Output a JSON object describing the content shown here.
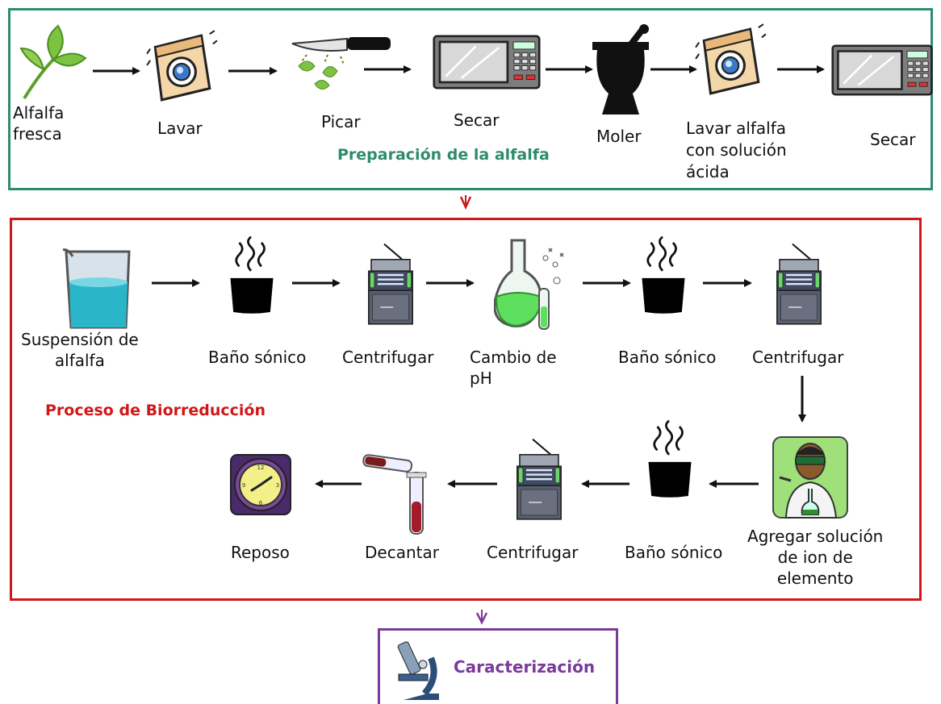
{
  "sections": {
    "preparation": {
      "title": "Preparación de la alfalfa",
      "color": "#2e8b6e",
      "steps": [
        {
          "label": "Alfalfa\nfresca",
          "icon": "leaf-icon"
        },
        {
          "label": "Lavar",
          "icon": "washing-machine-icon"
        },
        {
          "label": "Picar",
          "icon": "knife-icon"
        },
        {
          "label": "Secar",
          "icon": "microwave-icon"
        },
        {
          "label": "Moler",
          "icon": "mortar-pestle-icon"
        },
        {
          "label": "Lavar alfalfa\ncon solución\nácida",
          "icon": "washing-machine-icon"
        },
        {
          "label": "Secar",
          "icon": "microwave-icon"
        }
      ]
    },
    "bioreduction": {
      "title": "Proceso de Biorreducción",
      "color": "#d01818",
      "row1": [
        {
          "label": "Suspensión de\nalfalfa",
          "icon": "beaker-icon"
        },
        {
          "label": "Baño sónico",
          "icon": "sonic-bath-icon"
        },
        {
          "label": "Centrifugar",
          "icon": "centrifuge-icon"
        },
        {
          "label": "Cambio de\npH",
          "icon": "flask-icon"
        },
        {
          "label": "Baño sónico",
          "icon": "sonic-bath-icon"
        },
        {
          "label": "Centrifugar",
          "icon": "centrifuge-icon"
        }
      ],
      "row2": [
        {
          "label": "Agregar solución\nde ion de\nelemento",
          "icon": "scientist-icon"
        },
        {
          "label": "Baño sónico",
          "icon": "sonic-bath-icon"
        },
        {
          "label": "Centrifugar",
          "icon": "centrifuge-icon"
        },
        {
          "label": "Decantar",
          "icon": "test-tubes-icon"
        },
        {
          "label": "Reposo",
          "icon": "clock-icon"
        }
      ]
    },
    "characterization": {
      "title": "Caracterización",
      "color": "#7a3b9a",
      "icon": "microscope-icon"
    }
  }
}
